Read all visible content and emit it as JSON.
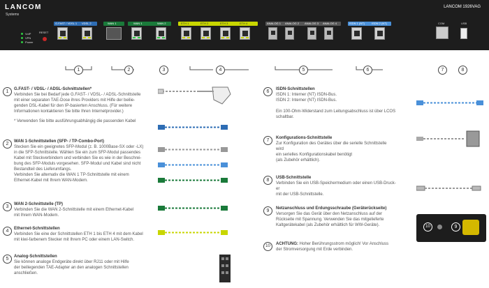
{
  "device": {
    "brand": "LANCOM",
    "brand_sub": "Systems",
    "model": "LANCOM 1926VAG",
    "leds": [
      "VoIP",
      "VPN",
      "Power"
    ],
    "reset": "RESET",
    "groups": [
      {
        "label_a": "G.FAST / VDSL 1",
        "label_b": "VDSL 2",
        "color": "#2e6db4"
      },
      {
        "label_a": "WAN 1",
        "label_b": "",
        "color": "#1a7a3a"
      },
      {
        "label_a": "WAN 1",
        "label_b": "WAN 2",
        "color": "#1a7a3a"
      },
      {
        "label_a": "ETH 1",
        "label_b": "ETH 2",
        "label_c": "ETH 3",
        "label_d": "ETH 4",
        "color": "#c8d600"
      },
      {
        "label_a": "ANALOG 1",
        "label_b": "ANALOG 2",
        "label_c": "ANALOG 3",
        "label_d": "ANALOG 4",
        "color": "#555555"
      },
      {
        "label_a": "ISDN 1 (NT)",
        "label_b": "ISDN 2 (NT)",
        "color": "#4a90d9"
      }
    ],
    "com": "COM",
    "usb": "USB"
  },
  "callouts": [
    "1",
    "2",
    "3",
    "4",
    "5",
    "6",
    "7",
    "8"
  ],
  "sections": [
    {
      "num": "1",
      "title": "G.FAST- / VDSL- / ADSL-Schnittstellen*",
      "body": "Verbinden Sie bei Bedarf jede G.FAST- / VDSL- / ADSL-Schnittstelle\nmit einer separaten TAE-Dose ihres Providers mit Hilfe der beilie-\ngenden DSL-Kabel für den IP-basierten Anschluss. (Für weitere\nInformationen kontaktieren Sie bitte Ihren Internetprovider.)",
      "note": "* Verwenden Sie bitte ausführungsabhängig die passenden Kabel"
    },
    {
      "num": "2",
      "title": "WAN 1-Schnittstellen (SFP- / TP-Combo-Port)",
      "body": "Stecken Sie ein geeignetes SFP-Modul (z. B. 1000Base-SX oder -LX)\nin die SFP-Schnittstelle. Wählen Sie ein zum SFP-Modul passendes\nKabel mit Steckverbindern und verbinden Sie es wie in der Beschrei-\nbung des SFP-Moduls vorgesehen. SFP-Modul und Kabel sind nicht\nBestandteil des Lieferumfangs.\nVerbinden Sie alternativ die WAN 1 TP-Schnittstelle mit einem\nEthernet-Kabel mit Ihrem WAN-Modem."
    },
    {
      "num": "3",
      "title": "WAN 2-Schnittstelle (TP)",
      "body": "Verbinden Sie die WAN 2-Schnittstelle mit einem Ethernet-Kabel\nmit Ihrem WAN-Modem."
    },
    {
      "num": "4",
      "title": "Ethernet-Schnittstellen",
      "body": "Verbinden Sie eine der Schnittstellen ETH 1 bis ETH 4 mit dem Kabel\nmit kiwi-farbenem Stecker mit Ihrem PC oder einem LAN-Switch."
    },
    {
      "num": "5",
      "title": "Analog-Schnittstellen",
      "body": "Sie können analoge Endgeräte direkt über RJ11 oder mit Hilfe\nder beiliegenden TAE-Adapter an den analogen Schnittstellen\nanschließen."
    },
    {
      "num": "6",
      "title": "ISDN-Schnittstellen",
      "body": "ISDN 1: Interner (NT) ISDN-Bus.\nISDN 2: Interner (NT) ISDN-Bus.\n\nEin 100-Ohm-Widerstand zum Leitungsabschluss ist über LCOS\nschaltbar."
    },
    {
      "num": "7",
      "title": "Konfigurations-Schnittstelle",
      "body": "Zur Konfiguration des Gerätes über die serielle Schnittstelle\nwird\nein serielles Konfigurationskabel benötigt\n(als Zubehör erhältlich)."
    },
    {
      "num": "8",
      "title": "USB-Schnittstelle",
      "body": "Verbinden Sie ein USB-Speichermedium oder einen USB-Druck-\ner\nmit der USB-Schnittstelle."
    },
    {
      "num": "9",
      "title": "Netzanschluss und Erdungsschraube (Geräterückseite)",
      "body": "Versorgen Sie das Gerät über den Netzanschluss auf der\nRückseite mit Spannung. Verwenden Sie das mitgelieferte\nKaltgerätekabel (als Zubehör erhältlich für WW-Geräte)."
    },
    {
      "num": "10",
      "title": "ACHTUNG:",
      "body": "Hoher Berührungsstrom möglich! Vor Anschluss\nder Stromversorgung mit Erde verbinden."
    }
  ],
  "back_panel": {
    "a": "10",
    "b": "9"
  }
}
